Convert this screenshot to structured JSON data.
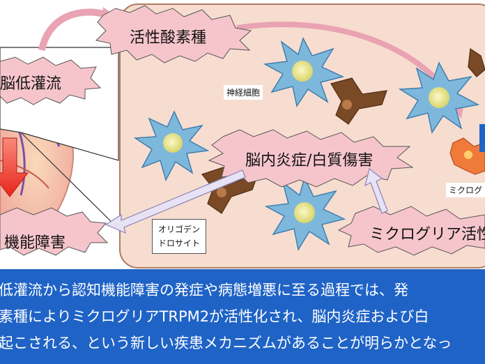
{
  "labels": {
    "ros": "活性酸素種",
    "hypoperfusion": "脳低灌流",
    "neuron": "神経細胞",
    "inflammation": "脳内炎症/白質傷害",
    "oligodendrocyte_line1": "オリゴデン",
    "oligodendrocyte_line2": "ドロサイト",
    "microglia_activation": "ミクログリア活性",
    "microglia_small": "ミクログ",
    "cognitive": "機能障害"
  },
  "caption": {
    "line1": "低灌流から認知機能障害の発症や病態増悪に至る過程では、発",
    "line2": "素種によりミクログリアTRPM2が活性化され、脳内炎症および白",
    "line3": "起こされる、という新しい疾患メカニズムがあることが明らかとなっ"
  },
  "colors": {
    "panel": "#f7ddd0",
    "panel_border": "#b07a63",
    "burst": "#f6c5cc",
    "arrow_red": "#e8251b",
    "caption_bg": "#1f63c6",
    "astrocyte": "#7db8dc",
    "neuron_core": "#f2ef9e",
    "oligodendrocyte": "#7a4a26"
  }
}
